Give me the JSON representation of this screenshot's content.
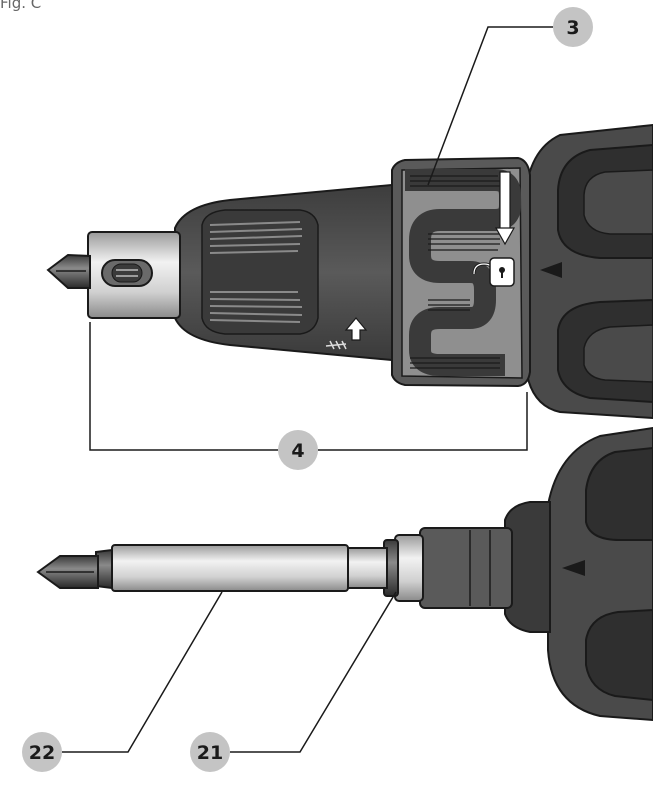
{
  "caption": "Fig. C",
  "colors": {
    "housing": "#4a4a4a",
    "housing_dark": "#3a3a3a",
    "grip": "#555555",
    "collar": "#909090",
    "sleeve": "#d9d9d9",
    "callout_fill": "#c4c4c4",
    "line": "#1a1a1a"
  },
  "callouts": {
    "three": "3",
    "four": "4",
    "twentyone": "21",
    "twentytwo": "22"
  },
  "icons": [
    "lock-icon",
    "arrow-down-icon",
    "arrow-up-icon",
    "drill-symbol-icon"
  ]
}
